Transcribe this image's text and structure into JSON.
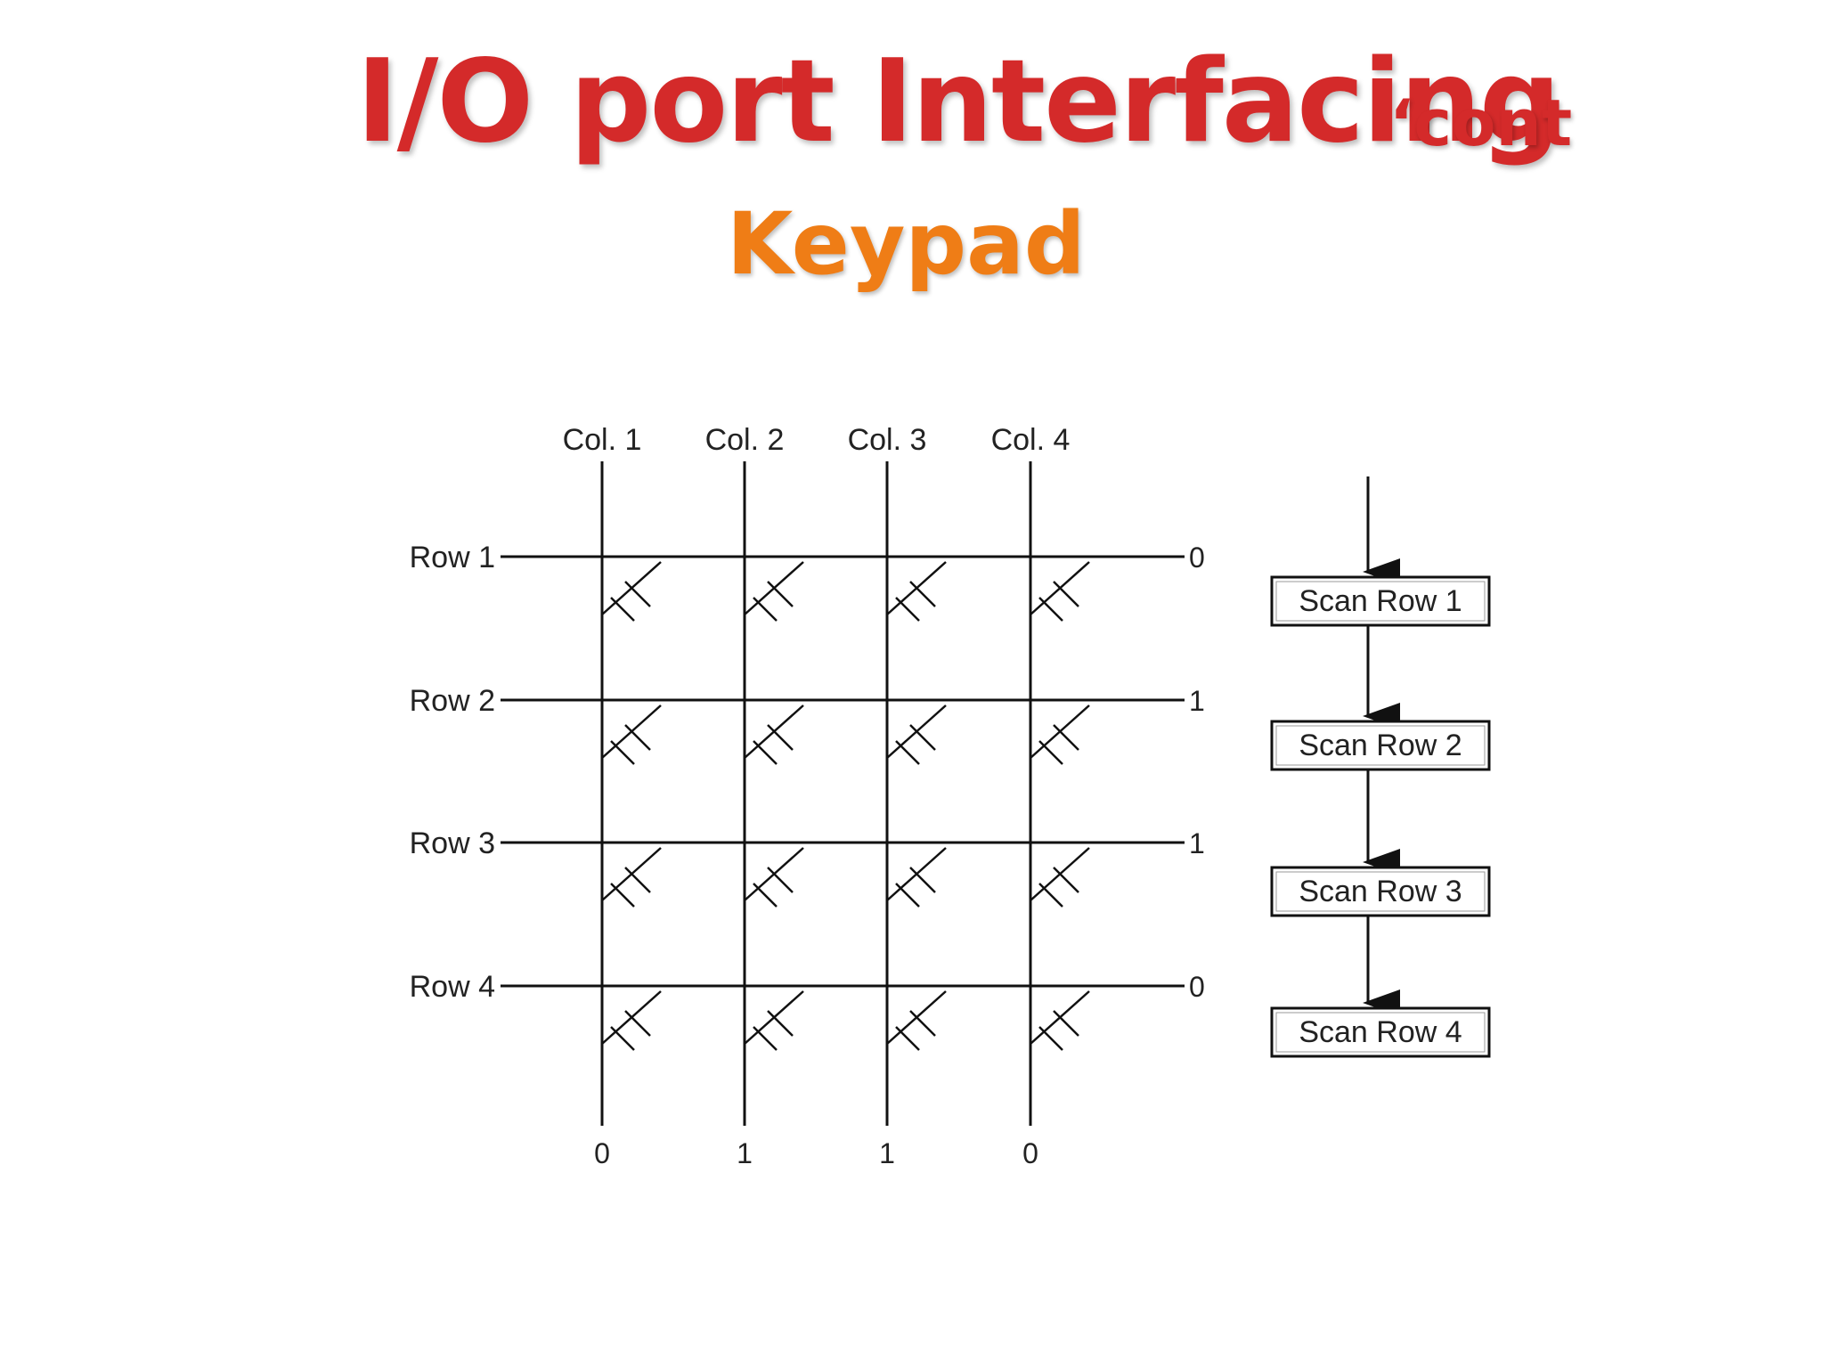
{
  "slide": {
    "title": "I/O port Interfacing",
    "title_suffix": "‘cont",
    "subtitle": "Keypad"
  },
  "diagram": {
    "columns": [
      "Col. 1",
      "Col. 2",
      "Col. 3",
      "Col. 4"
    ],
    "rows": [
      "Row 1",
      "Row 2",
      "Row 3",
      "Row 4"
    ],
    "row_outputs": [
      "0",
      "1",
      "1",
      "0"
    ],
    "column_outputs": [
      "0",
      "1",
      "1",
      "0"
    ],
    "scan_steps": [
      "Scan Row 1",
      "Scan Row 2",
      "Scan Row 3",
      "Scan Row 4"
    ],
    "line_color": "#111111"
  }
}
